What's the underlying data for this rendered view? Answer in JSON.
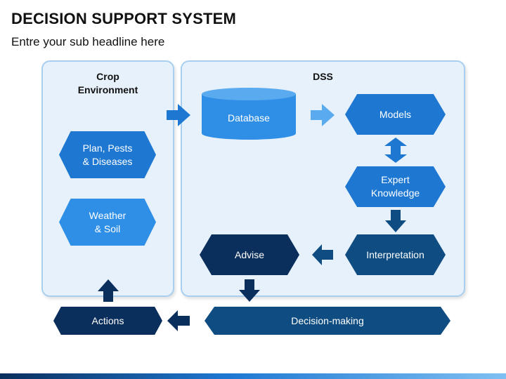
{
  "header": {
    "title": "DECISION SUPPORT SYSTEM",
    "subtitle": "Entre your sub headline here"
  },
  "crop_panel": {
    "title_line1": "Crop",
    "title_line2": "Environment",
    "items": [
      {
        "line1": "Plan, Pests",
        "line2": "& Diseases"
      },
      {
        "line1": "Weather",
        "line2": "& Soil"
      }
    ]
  },
  "dss_panel": {
    "title": "DSS",
    "database": "Database",
    "models": "Models",
    "expert_line1": "Expert",
    "expert_line2": "Knowledge",
    "interpretation": "Interpretation",
    "advise": "Advise"
  },
  "bottom": {
    "decision_making": "Decision-making",
    "actions": "Actions"
  },
  "colors": {
    "panel_fill": "#e6f1fb",
    "panel_border": "#a9cff0",
    "blue": "#1e78d2",
    "light_blue": "#2f8fe6",
    "dark_blue": "#0f4c81",
    "navy": "#0b2f5c"
  }
}
